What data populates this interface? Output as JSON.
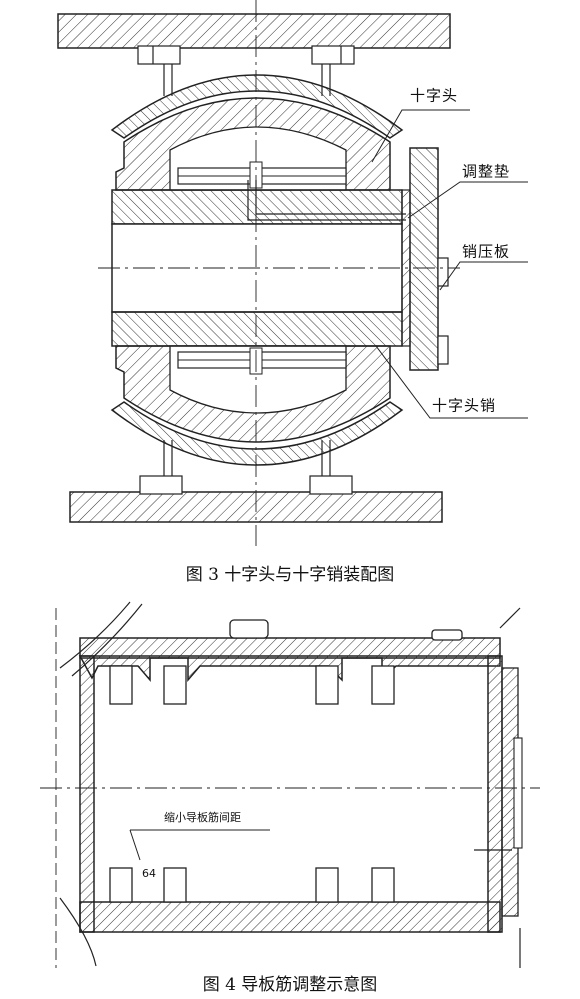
{
  "figure3": {
    "caption": "图 3 十字头与十字销装配图",
    "labels": {
      "crosshead": "十字头",
      "adjust_pad": "调整垫",
      "pin_plate": "销压板",
      "crosshead_pin": "十字头销"
    }
  },
  "figure4": {
    "caption": "图 4 导板筋调整示意图",
    "note": "缩小导板筋间距",
    "dimension": "64"
  }
}
